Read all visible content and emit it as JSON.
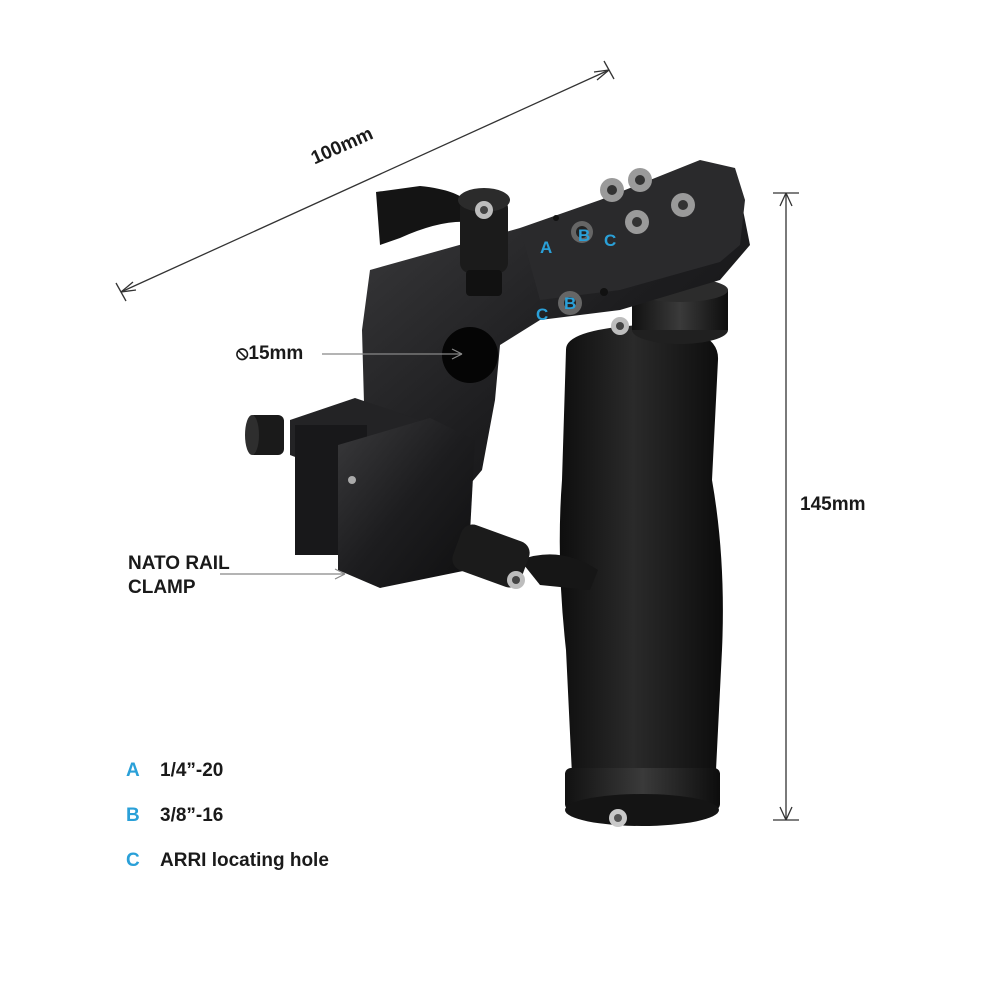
{
  "colors": {
    "accent": "#2aa0d8",
    "metal": "#1c1c1e",
    "foam": "#161616",
    "text": "#1a1a1a",
    "dimension_line": "#333333"
  },
  "dimensions": {
    "width": "100mm",
    "height": "145mm",
    "rod_diameter": "⦸15mm"
  },
  "callouts": {
    "nato_line1": "NATO RAIL",
    "nato_line2": "CLAMP"
  },
  "hole_markers": {
    "top_a": "A",
    "top_b": "B",
    "top_c": "C",
    "side_c": "C",
    "side_b": "B"
  },
  "legend": [
    {
      "key": "A",
      "text": "1/4”-20"
    },
    {
      "key": "B",
      "text": "3/8”-16"
    },
    {
      "key": "C",
      "text": "ARRI locating hole"
    }
  ]
}
